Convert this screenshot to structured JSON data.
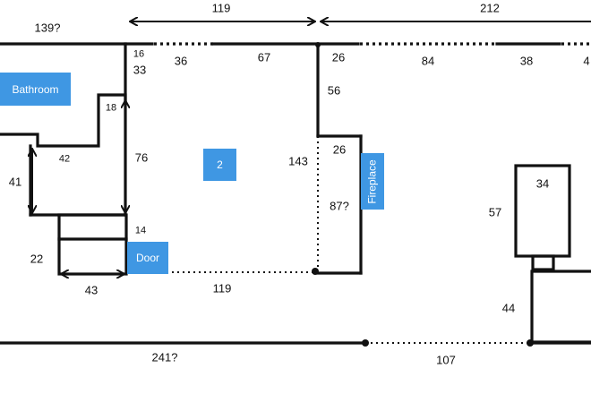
{
  "labels": {
    "room_id": "2",
    "bathroom": "Bathroom",
    "door": "Door",
    "fireplace": "Fireplace"
  },
  "dimensions": {
    "d_139q": "139?",
    "d_119_top": "119",
    "d_212": "212",
    "d_16": "16",
    "d_33": "33",
    "d_36": "36",
    "d_67": "67",
    "d_26_top": "26",
    "d_84": "84",
    "d_38": "38",
    "d_4": "4",
    "d_56": "56",
    "d_18": "18",
    "d_76": "76",
    "d_42": "42",
    "d_41": "41",
    "d_143": "143",
    "d_26_mid": "26",
    "d_87q": "87?",
    "d_34": "34",
    "d_57": "57",
    "d_14": "14",
    "d_22": "22",
    "d_43": "43",
    "d_119_bottom": "119",
    "d_44": "44",
    "d_241q": "241?",
    "d_107": "107"
  }
}
